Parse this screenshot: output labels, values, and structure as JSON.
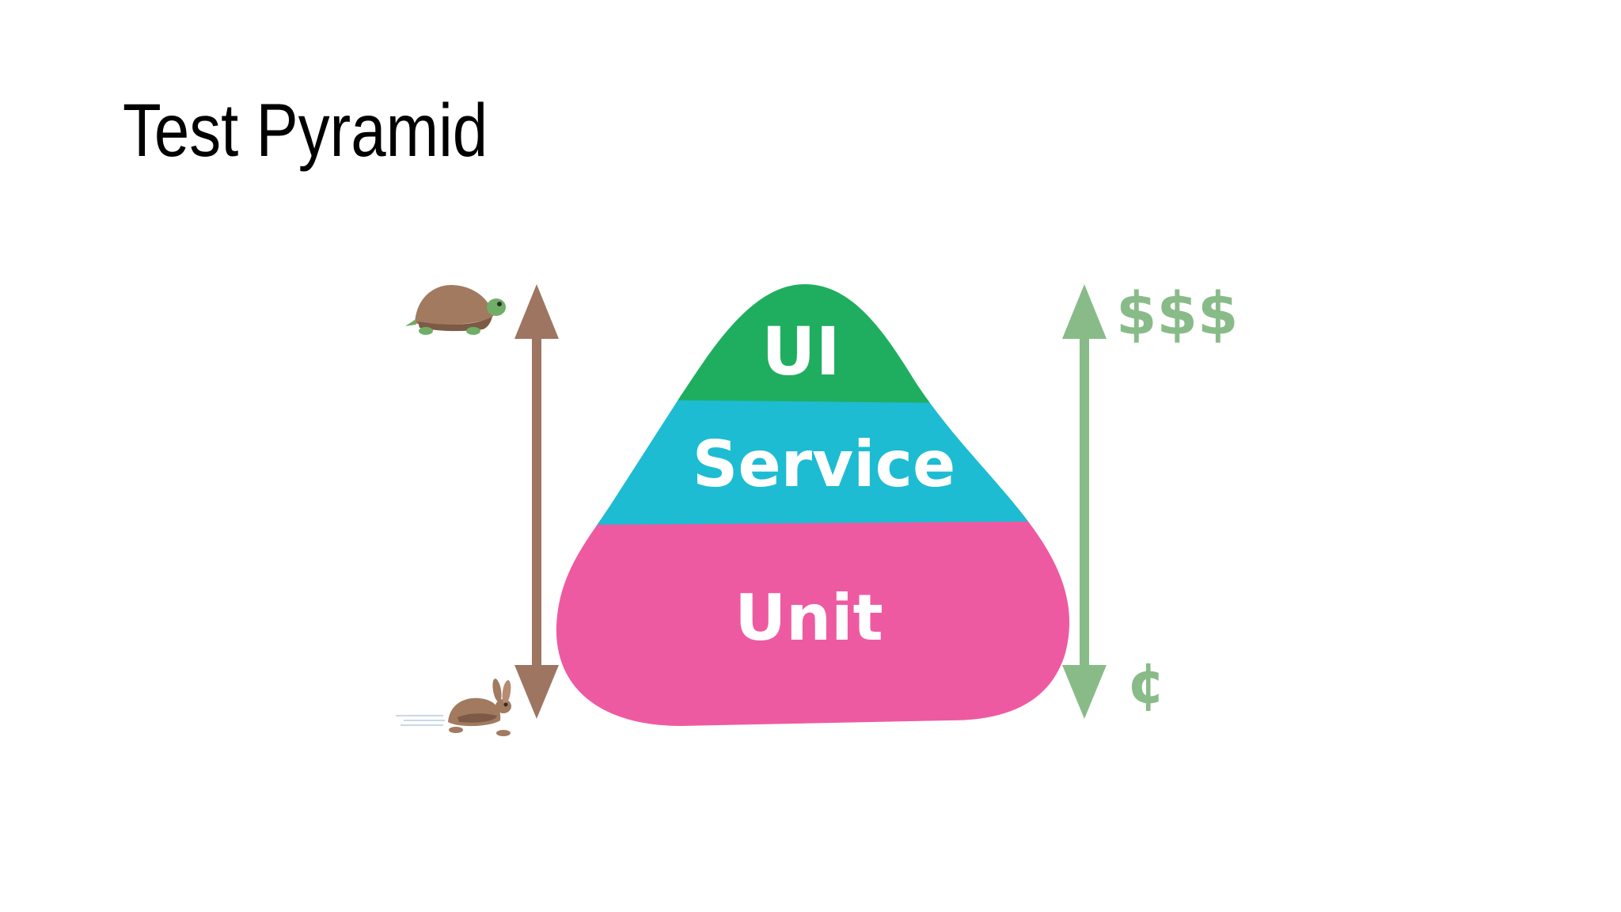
{
  "slide": {
    "title": "Test Pyramid"
  },
  "pyramid": {
    "layers": [
      {
        "label": "UI",
        "color": "#1fae5f"
      },
      {
        "label": "Service",
        "color": "#1dbcd2"
      },
      {
        "label": "Unit",
        "color": "#ee5aa1"
      }
    ],
    "text_color": "#ffffff"
  },
  "speed_axis": {
    "top_icon": "turtle-icon",
    "bottom_icon": "rabbit-icon",
    "arrow_color": "#9d7561"
  },
  "cost_axis": {
    "top_label": "$$$",
    "bottom_label": "¢",
    "arrow_color": "#88bb88"
  }
}
